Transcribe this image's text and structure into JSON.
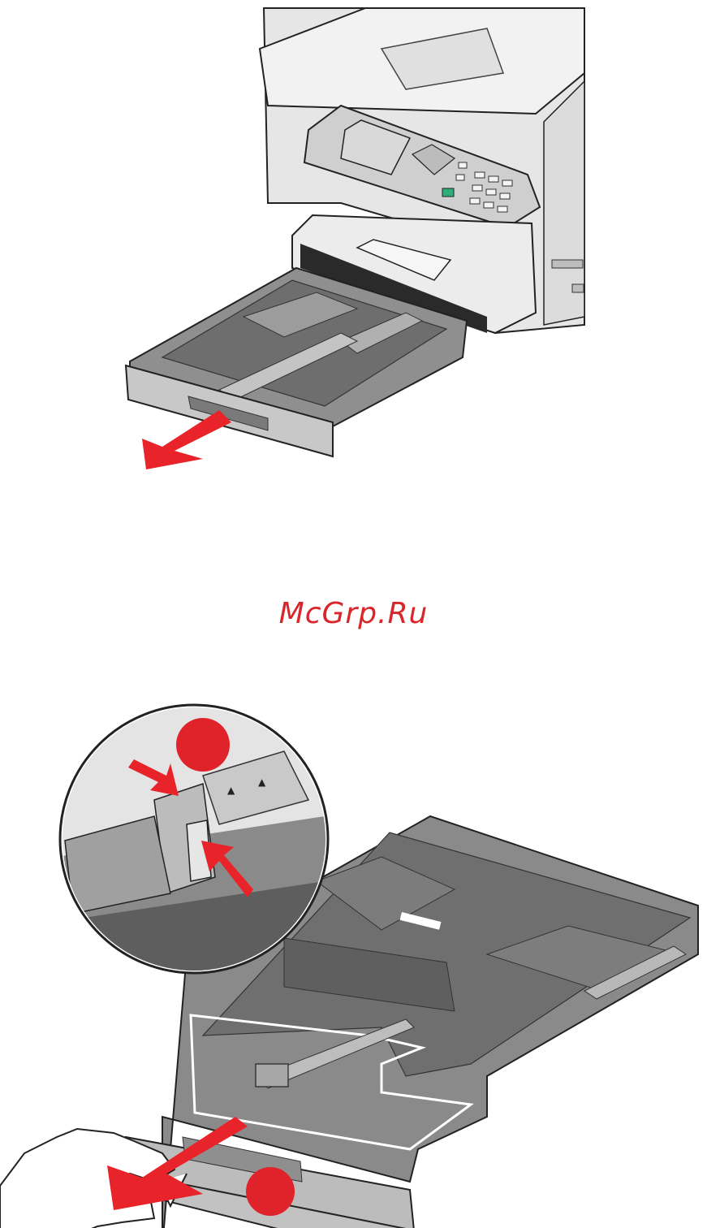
{
  "watermark": {
    "text": "McGrp.Ru"
  },
  "figures": [
    {
      "id": "printer-tray-pull"
    },
    {
      "id": "tray-latch-squeeze-and-extend"
    }
  ],
  "colors": {
    "arrow": "#e8232a",
    "step_circle": "#e0222b",
    "tray_dark": "#6e6e6e",
    "tray_mid": "#9a9a9a",
    "tray_light": "#c8c8c8",
    "printer_light": "#e6e6e6",
    "outline": "#222222",
    "display_screen": "#d9d9d9",
    "start_button": "#2fae7a"
  }
}
